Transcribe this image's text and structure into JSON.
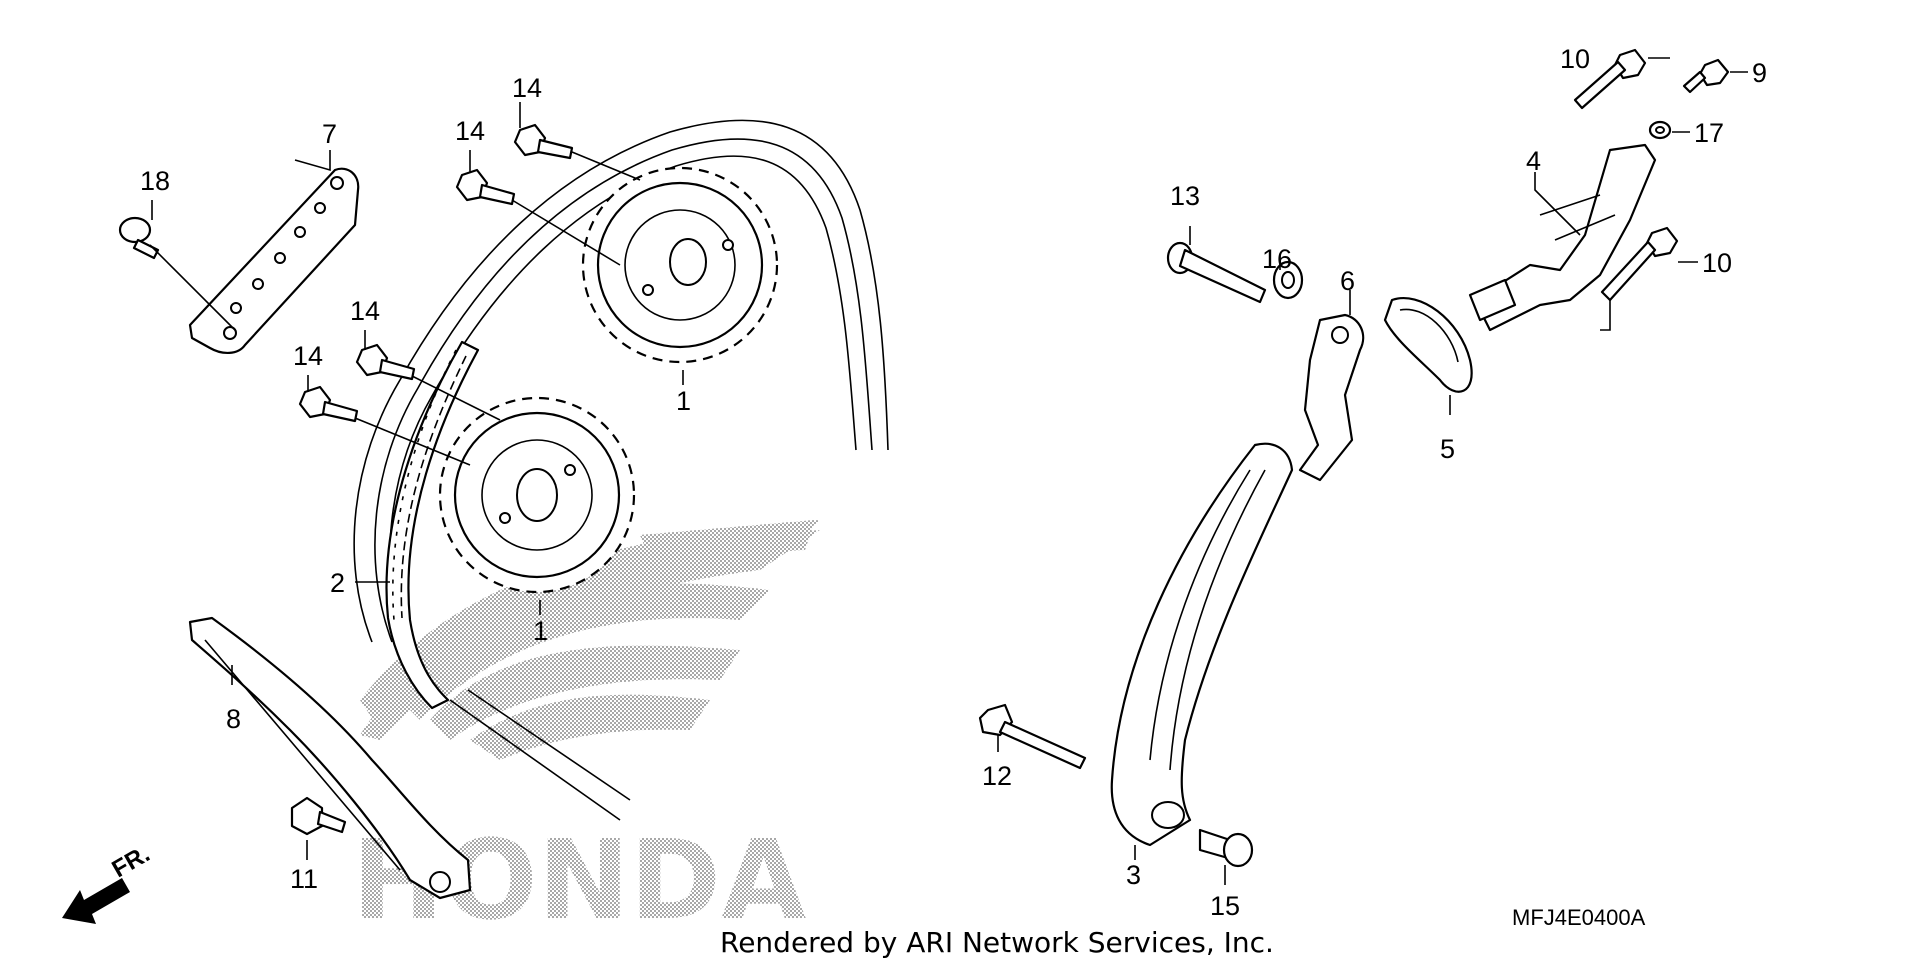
{
  "diagram": {
    "part_code": "MFJ4E0400A",
    "credit": "Rendered by ARI Network Services, Inc.",
    "front_marker": "FR.",
    "watermark_logo_text": "HONDA",
    "callouts": {
      "c1a": "1",
      "c1b": "1",
      "c2": "2",
      "c3": "3",
      "c4": "4",
      "c5": "5",
      "c6": "6",
      "c7": "7",
      "c8": "8",
      "c9": "9",
      "c10a": "10",
      "c10b": "10",
      "c11": "11",
      "c12": "12",
      "c13": "13",
      "c14a": "14",
      "c14b": "14",
      "c14c": "14",
      "c14d": "14",
      "c15": "15",
      "c16": "16",
      "c17": "17",
      "c18": "18"
    }
  }
}
